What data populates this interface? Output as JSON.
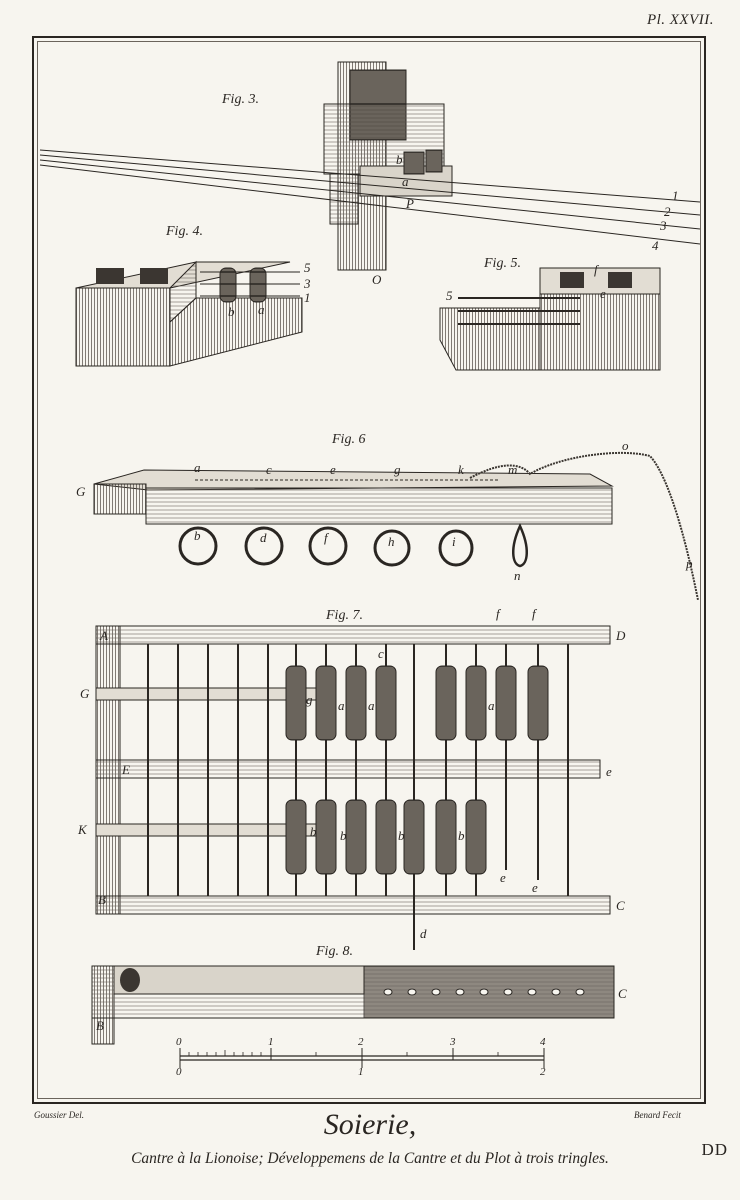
{
  "plate_number": "Pl. XXVII.",
  "figures": {
    "fig3": "Fig. 3.",
    "fig4": "Fig. 4.",
    "fig5": "Fig. 5.",
    "fig6": "Fig. 6",
    "fig7": "Fig. 7.",
    "fig8": "Fig. 8."
  },
  "labels": {
    "f3_a": "a",
    "f3_b": "b",
    "f3_P": "P",
    "f3_O": "O",
    "f3_1": "1",
    "f3_2": "2",
    "f3_3": "3",
    "f3_4": "4",
    "f4_a": "a",
    "f4_b": "b",
    "f4_5": "5",
    "f4_3": "3",
    "f4_1": "1",
    "f5_5": "5",
    "f5_f": "f",
    "f5_e": "e",
    "f6_G": "G",
    "f6_a": "a",
    "f6_c": "c",
    "f6_e": "e",
    "f6_g": "g",
    "f6_k": "k",
    "f6_m": "m",
    "f6_o": "o",
    "f6_p": "p",
    "f6_b": "b",
    "f6_d": "d",
    "f6_f": "f",
    "f6_h": "h",
    "f6_i": "i",
    "f6_n": "n",
    "f7_A": "A",
    "f7_D": "D",
    "f7_G": "G",
    "f7_E": "E",
    "f7_e_right": "e",
    "f7_K": "K",
    "f7_B": "B",
    "f7_C": "C",
    "f7_c": "c",
    "f7_d": "d",
    "f7_f1": "f",
    "f7_f2": "f",
    "f7_a1": "a",
    "f7_a2": "a",
    "f7_a3": "a",
    "f7_g": "g",
    "f7_b1": "b",
    "f7_b2": "b",
    "f7_b3": "b",
    "f7_b4": "b",
    "f7_e1": "e",
    "f7_e2": "e",
    "f8_B": "B",
    "f8_C": "C"
  },
  "scale": {
    "top": [
      "0",
      "1",
      "2",
      "3",
      "4"
    ],
    "bottom": [
      "0",
      "1",
      "2"
    ]
  },
  "credits": {
    "left": "Goussier Del.",
    "right": "Benard Fecit"
  },
  "title": "Soierie,",
  "subtitle": "Cantre à la Lionoise; Développemens de la Cantre et du Plot à trois tringles.",
  "corner_mark": "DD"
}
